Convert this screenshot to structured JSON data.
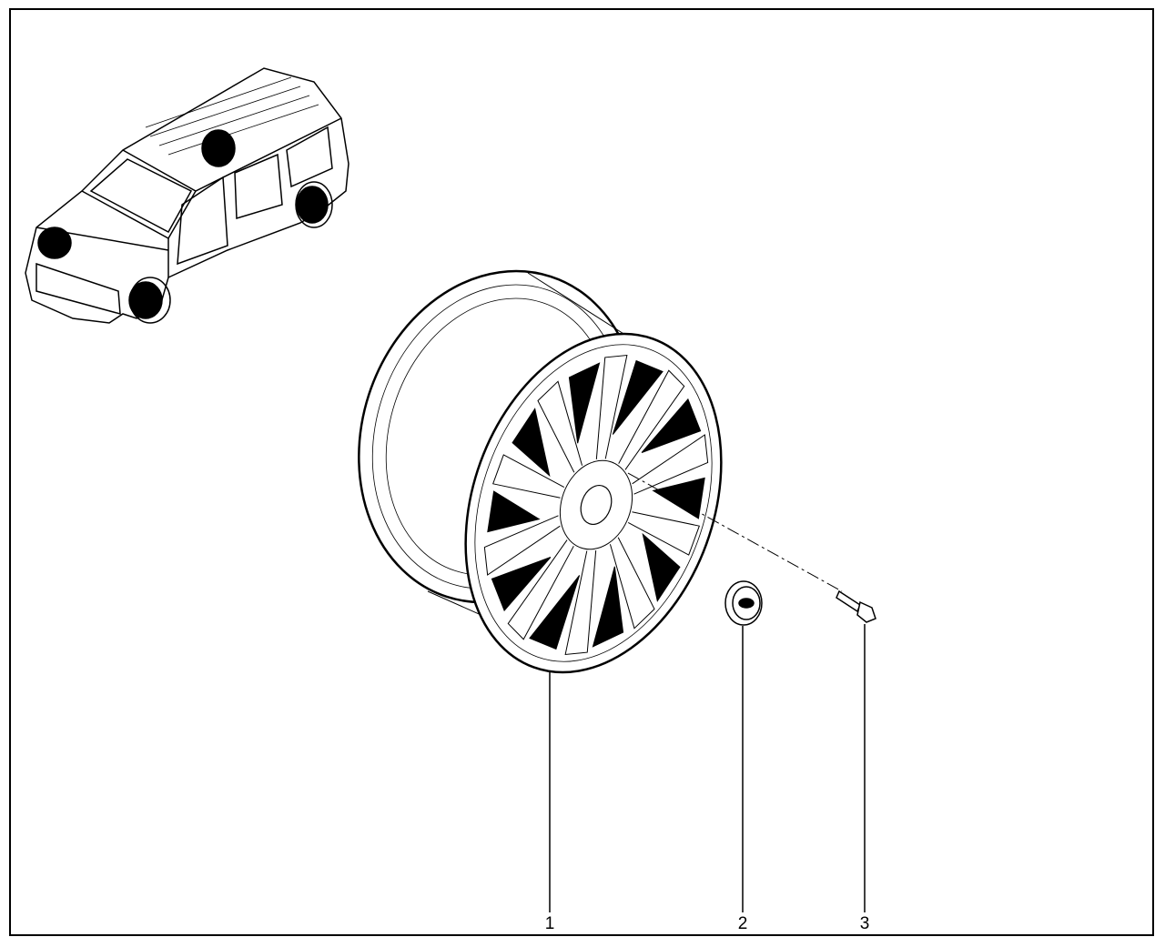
{
  "diagram": {
    "callouts": [
      {
        "number": "1",
        "part": "wheel-rim"
      },
      {
        "number": "2",
        "part": "center-cap"
      },
      {
        "number": "3",
        "part": "wheel-bolt"
      }
    ],
    "line_color": "#000000",
    "background": "#ffffff"
  }
}
